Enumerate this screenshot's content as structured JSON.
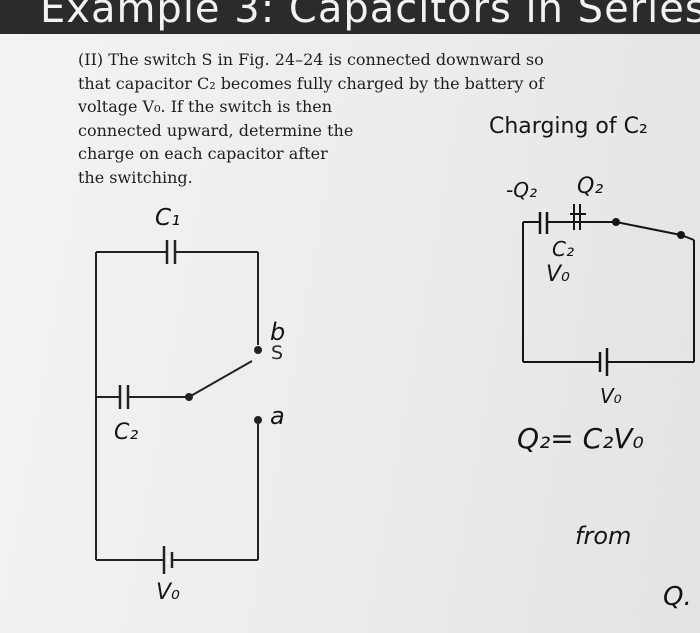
{
  "banner": {
    "text": "Example 3: Capacitors in Series"
  },
  "problem": {
    "lines": [
      "(II) The switch S in Fig. 24–24 is connected downward so",
      "that capacitor C₂ becomes fully charged by the battery of",
      "voltage V₀. If the switch is then",
      "connected upward, determine the",
      "charge on each capacitor after",
      "the switching."
    ]
  },
  "figure": {
    "c1_label": "C₁",
    "c2_label": "C₂",
    "v0_label": "V₀",
    "s_label": "S",
    "b_label": "b",
    "a_label": "a"
  },
  "notes": {
    "heading": "Charging of C₂",
    "neg_q2": "-Q₂",
    "q2": "Q₂",
    "c2_label": "C₂",
    "v0_hand": "V₀",
    "battery_label": "V₀",
    "equation": "Q₂= C₂V₀",
    "from": "from",
    "bottom_q": "Q."
  }
}
